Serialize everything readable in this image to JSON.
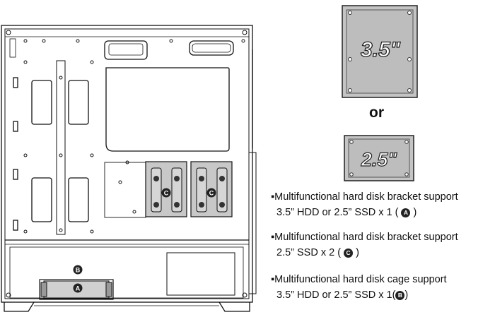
{
  "hdd35": {
    "label": "3.5\""
  },
  "or_text": "or",
  "ssd25": {
    "label": "2.5\""
  },
  "case": {
    "badge_a": "A",
    "badge_b": "B",
    "badge_c": "C"
  },
  "notes": [
    {
      "line1": "▪Multifunctional hard disk bracket support",
      "line2_pre": "3.5” HDD or 2.5” SSD x 1 ( ",
      "badge": "A",
      "line2_post": " )"
    },
    {
      "line1": "▪Multifunctional hard disk bracket support",
      "line2_pre": "2.5” SSD x 2 ( ",
      "badge": "C",
      "line2_post": " )"
    },
    {
      "line1": "▪Multifunctional hard disk cage support",
      "line2_pre": "3.5” HDD or 2.5” SSD x 1(",
      "badge": "B",
      "line2_post": ")"
    }
  ]
}
